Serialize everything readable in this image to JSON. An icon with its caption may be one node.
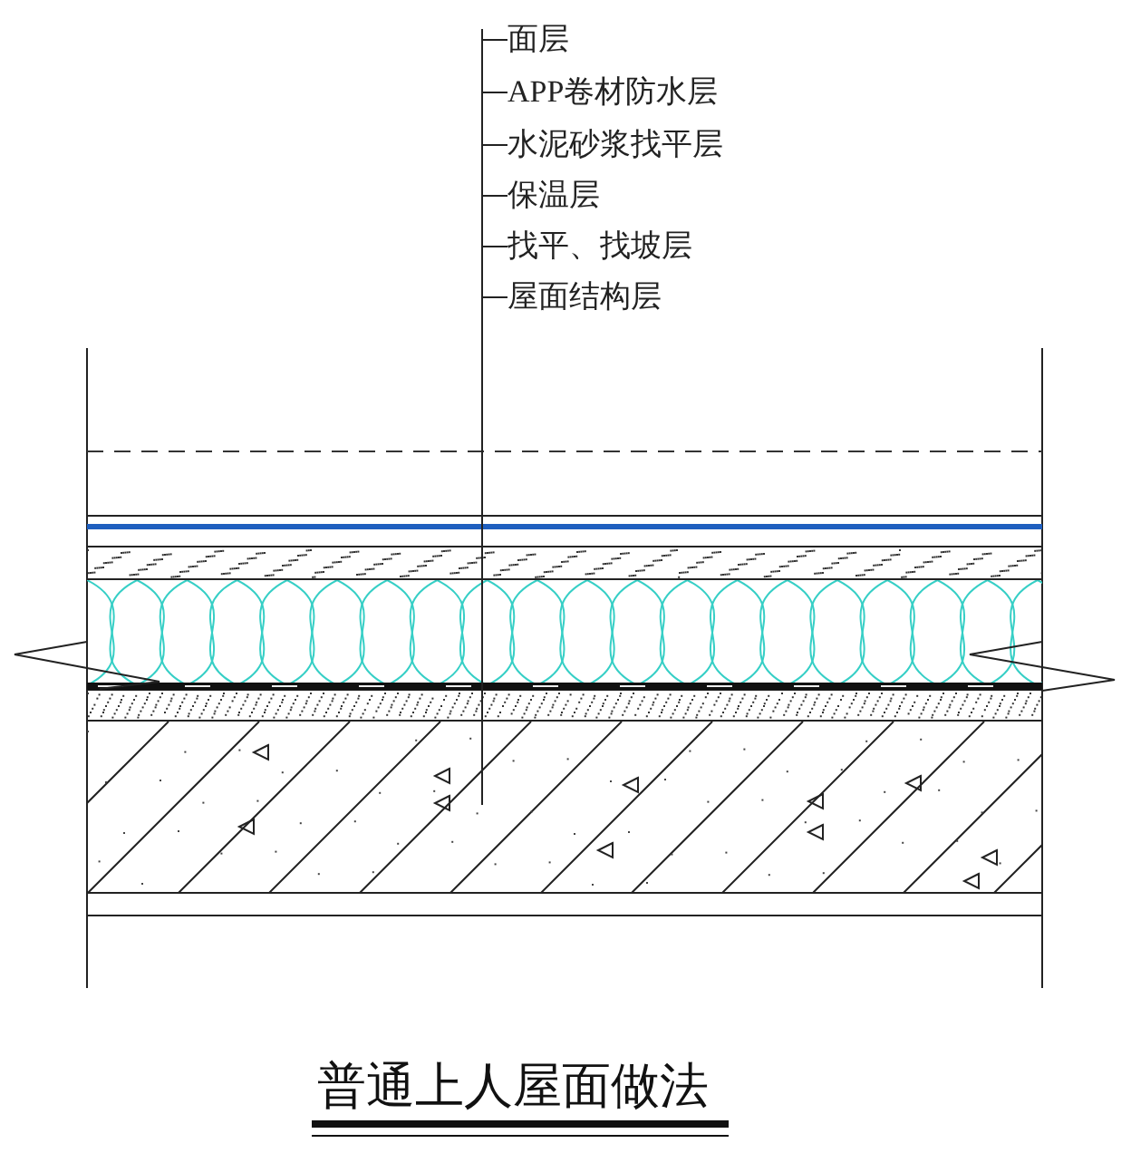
{
  "diagram": {
    "title": "普通上人屋面做法",
    "nodes": [
      {
        "text": [
          "面层"
        ]
      },
      {
        "text": [
          "APP卷材防水层"
        ]
      },
      {
        "text": [
          "水泥砂浆找平层"
        ]
      },
      {
        "text": [
          "保温层"
        ]
      },
      {
        "text": [
          "找平、找坡层"
        ]
      },
      {
        "text": [
          "屋面结构层"
        ]
      },
      {
        "text": [],
        "shape": "bar"
      },
      {
        "text": [],
        "shape": "bar"
      },
      {
        "text": [],
        "shape": "bar"
      },
      {
        "text": [],
        "shape": "bar"
      },
      {
        "text": [],
        "shape": "bar"
      },
      {
        "text": [],
        "shape": "bar"
      }
    ],
    "edges": [
      {
        "from": 0,
        "to": 6,
        "arrow": "none"
      },
      {
        "from": 1,
        "to": 7,
        "arrow": "none"
      },
      {
        "from": 2,
        "to": 8,
        "arrow": "none"
      },
      {
        "from": 3,
        "to": 9,
        "arrow": "none"
      },
      {
        "from": 4,
        "to": 10,
        "arrow": "none"
      },
      {
        "from": 5,
        "to": 11,
        "arrow": "none"
      }
    ]
  }
}
